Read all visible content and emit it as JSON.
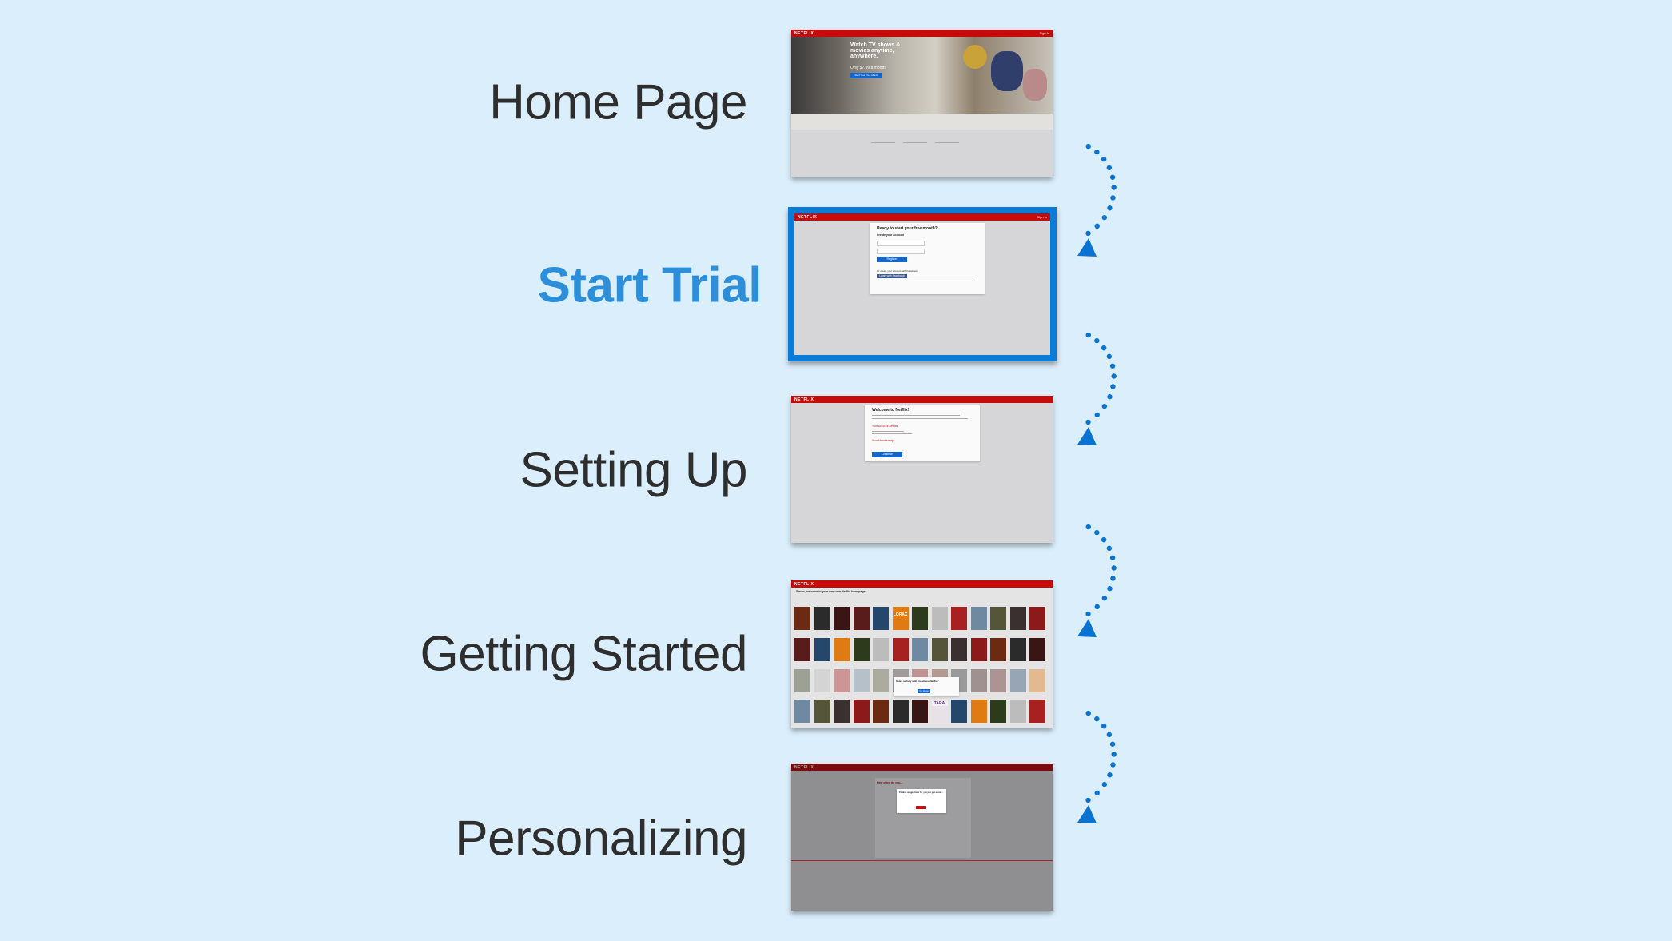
{
  "steps": [
    {
      "label": "Home Page",
      "active": false
    },
    {
      "label": "Start Trial",
      "active": true
    },
    {
      "label": "Setting Up",
      "active": false
    },
    {
      "label": "Getting Started",
      "active": false
    },
    {
      "label": "Personalizing",
      "active": false
    }
  ],
  "colors": {
    "background": "#dbeefb",
    "accent": "#2d8fd9",
    "frame": "#0a7bd6",
    "arrow": "#0a73d1",
    "netflix_red": "#c60b0b"
  },
  "screens": {
    "home": {
      "logo": "NETFLIX",
      "signin": "Sign In",
      "headline": "Watch TV shows & movies anytime, anywhere.",
      "price": "Only $7.99 a month",
      "cta": "Start Your Free Month"
    },
    "trial": {
      "logo": "NETFLIX",
      "signin": "Sign In",
      "title": "Ready to start your free month?",
      "subtitle": "Create your account",
      "register": "Register",
      "facebook_heading": "Or create your account with Facebook",
      "facebook_button": "Login with Facebook"
    },
    "setup": {
      "logo": "NETFLIX",
      "title": "Welcome to Netflix!",
      "account_heading": "Your Account Details",
      "membership_heading": "Your Membership",
      "continue": "Continue"
    },
    "start": {
      "logo": "NETFLIX",
      "greeting": "Simon, welcome to your very own Netflix homepage",
      "popup_title": "Share activity with friends on Netflix?",
      "popup_button": "Yes please",
      "poster_text": [
        "LORAX",
        "TARA"
      ]
    },
    "personal": {
      "logo": "NETFLIX",
      "heading": "How often do you...",
      "popup_title": "Finding suggestions for you just got easier...",
      "popup_button": "Let's Go"
    }
  },
  "arrow_icon": "dotted-curved-arrow-down"
}
